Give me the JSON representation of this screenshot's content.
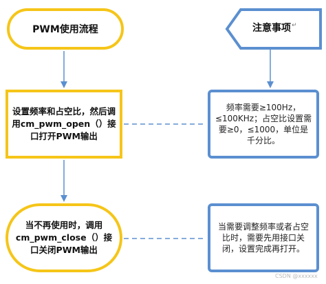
{
  "start_label": "PWM使用流程",
  "step1_label": "设置频率和占空比，然后调用cm_pwm_open（）接口打开PWM输出",
  "end_label": "当不再使用时，调用cm_pwm_close（）接口关闭PWM输出",
  "note_title": "注意事项",
  "note_cursor": "↵",
  "note1_text": "频率需要≥100Hz，≤100KHz；占空比设置需要≥0，≤1000，单位是千分比。",
  "note2_text": "当需要调整频率或者占空比时，需要先用接口关闭，设置完成再打开。",
  "watermark": "CSDN @xxxxxx",
  "colors": {
    "yellow": "#f5c518",
    "blue": "#5b8fd0",
    "arrow": "#5b8fd0"
  }
}
